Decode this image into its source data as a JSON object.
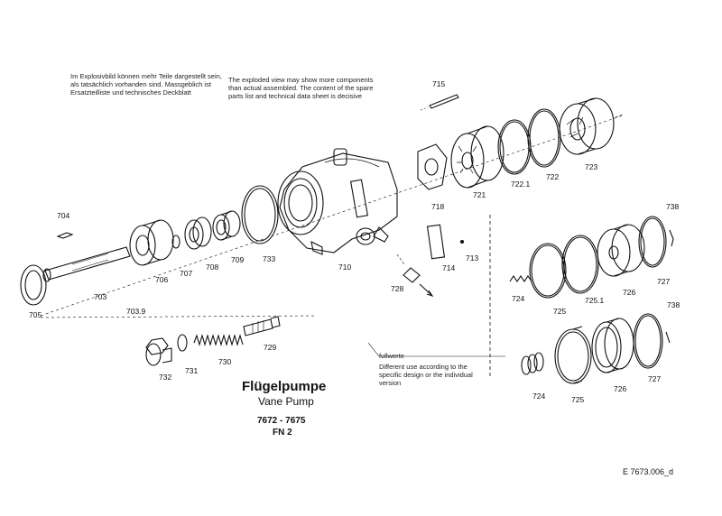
{
  "notes": {
    "german": "Im Explosivbild können mehr Teile dargestellt sein, als tatsächlich vorhanden sind. Massgeblich ist Ersatzteilliste und technisches Deckblatt",
    "english": "The exploded view may show more components than actual assembled. The content of the spare parts list and technical data sheet is decisive",
    "fullwerte": "fullwerte",
    "different_design": "Different use according to the specific design or the individual version"
  },
  "title": {
    "de": "Flügelpumpe",
    "en": "Vane Pump",
    "model": "7672 - 7675",
    "variant": "FN 2"
  },
  "doc_ref": "E 7673.006_d",
  "parts": {
    "p704": "704",
    "p705": "705",
    "p703": "703",
    "p703_9": "703.9",
    "p706": "706",
    "p707": "707",
    "p708": "708",
    "p709": "709",
    "p733": "733",
    "p710": "710",
    "p728": "728",
    "p732": "732",
    "p731": "731",
    "p730": "730",
    "p729": "729",
    "p715": "715",
    "p718": "718",
    "p721": "721",
    "p722_1": "722.1",
    "p722": "722",
    "p723": "723",
    "p714": "714",
    "p713": "713",
    "p738a": "738",
    "p724a": "724",
    "p725a": "725",
    "p725_1": "725.1",
    "p726a": "726",
    "p727a": "727",
    "p738b": "738",
    "p724b": "724",
    "p725b": "725",
    "p726b": "726",
    "p727b": "727"
  }
}
